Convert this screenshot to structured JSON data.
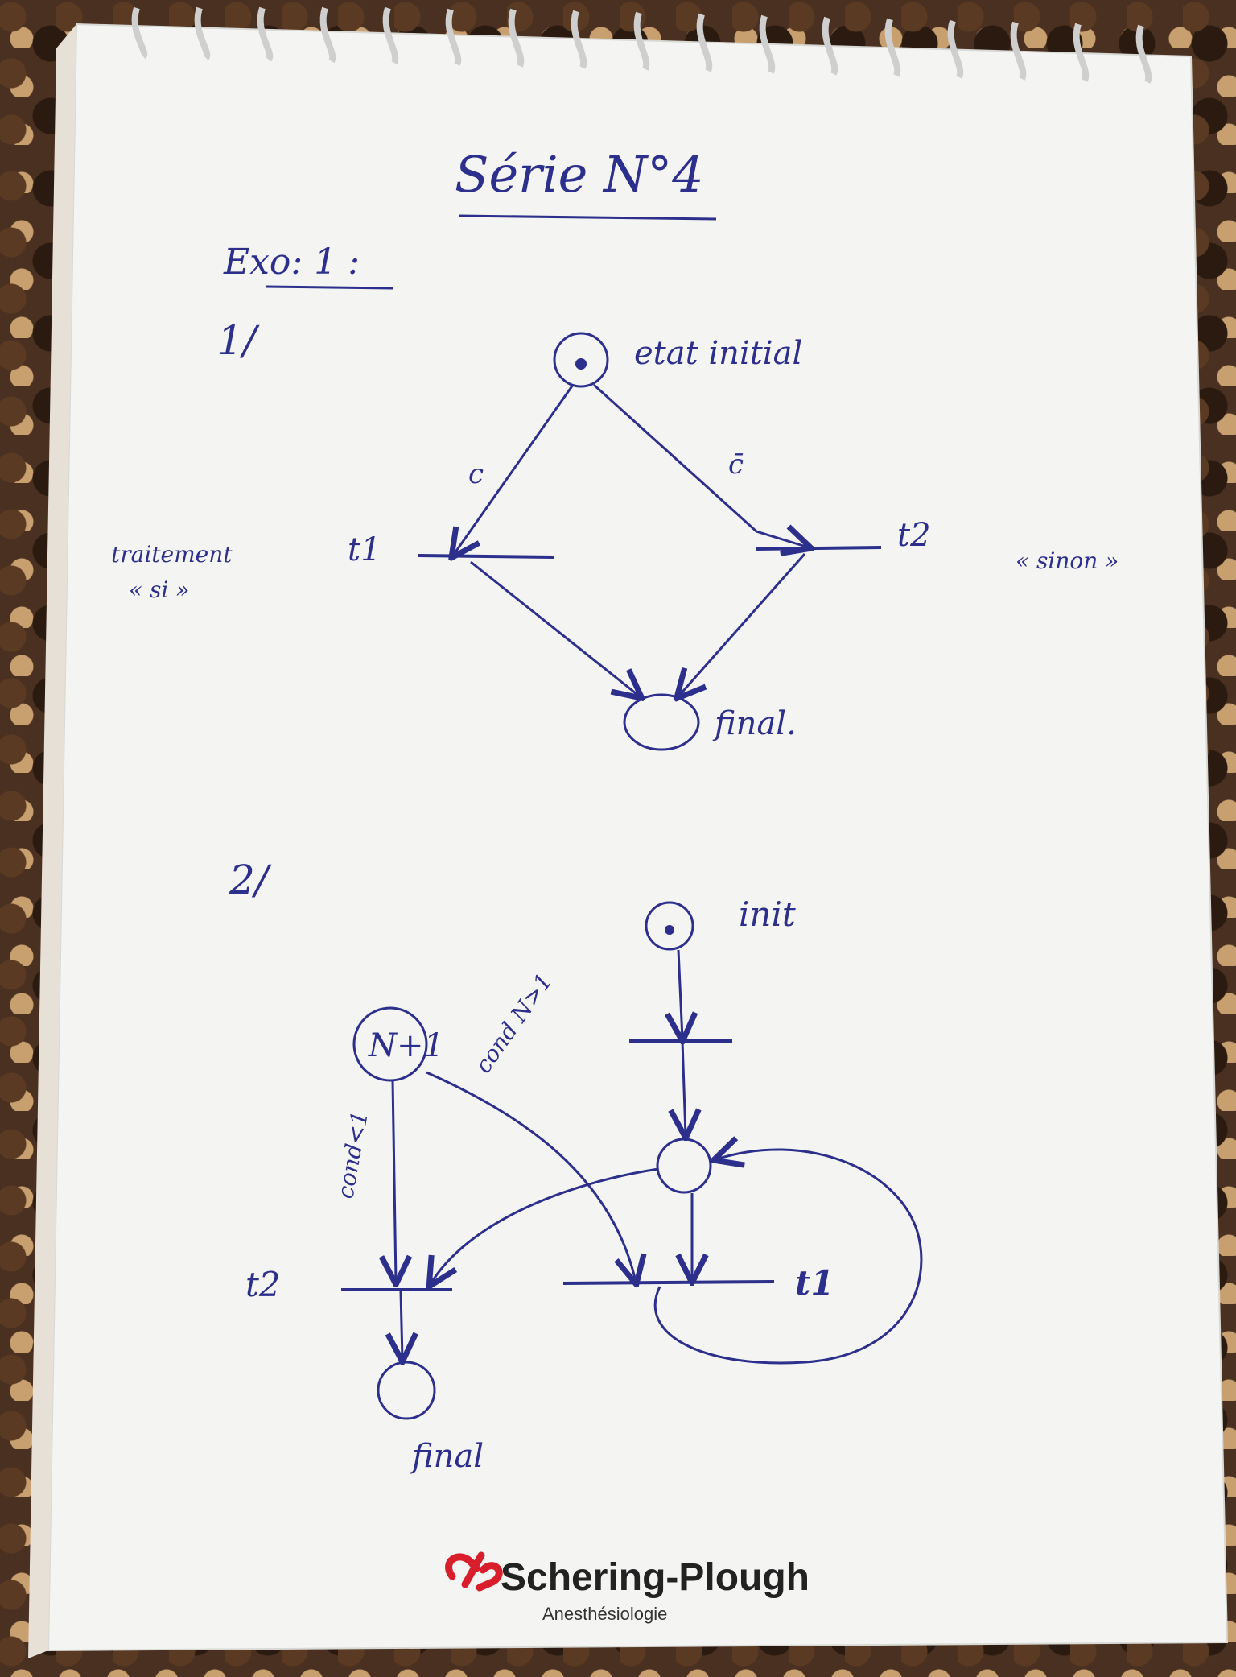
{
  "page": {
    "title": "Série N°4",
    "exercise_label": "Exo: 1 :",
    "paper_color": "#f4f4f2",
    "ink_color": "#2c2f8c"
  },
  "part1": {
    "label": "1/",
    "initial_place_label": "etat initial",
    "arc_left_label": "c",
    "arc_right_label": "c̄",
    "t1_label": "t1",
    "t2_label": "t2",
    "left_note_line1": "traitement",
    "left_note_line2": "« si »",
    "right_note": "« sinon »",
    "final_label": "final."
  },
  "part2": {
    "label": "2/",
    "init_label": "init",
    "n_place_label": "N+1",
    "cond_a_label": "cond N>1",
    "cond_b_label": "cond<1",
    "t1_label": "t1",
    "t2_label": "t2",
    "final_label": "final"
  },
  "footer": {
    "brand": "Schering-Plough",
    "subtitle": "Anesthésiologie",
    "brand_color": "#d81e2a"
  }
}
